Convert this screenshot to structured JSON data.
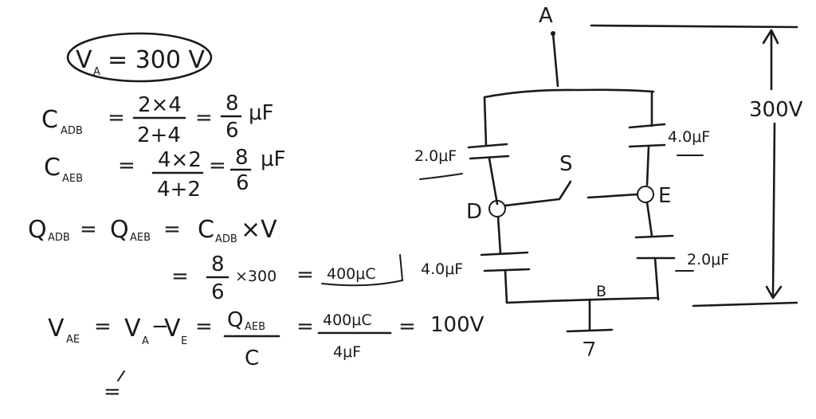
{
  "equations": {
    "va_label": "V",
    "va_sub": "A",
    "va_value": "= 300 V",
    "c_adb_label": "C",
    "c_adb_sub": "ADB",
    "c_adb_eq1": "=",
    "c_adb_num": "2×4",
    "c_adb_den": "2+4",
    "c_adb_eq2": "=",
    "c_adb_rnum": "8",
    "c_adb_rden": "6",
    "c_adb_unit": "μF",
    "c_aeb_label": "C",
    "c_aeb_sub": "AEB",
    "c_aeb_eq1": "=",
    "c_aeb_num": "4×2",
    "c_aeb_den": "4+2",
    "c_aeb_eq2": "=",
    "c_aeb_rnum": "8",
    "c_aeb_rden": "6",
    "c_aeb_unit": "μF",
    "q_lhs1": "Q",
    "q_lhs1_sub": "ADB",
    "q_eq1": "=",
    "q_lhs2": "Q",
    "q_lhs2_sub": "AEB",
    "q_eq2": "=",
    "q_rhs": "C",
    "q_rhs_sub": "ADB",
    "q_rhs_tail": "×V",
    "q2_eq": "=",
    "q2_num": "8",
    "q2_den": "6",
    "q2_mult": "×300",
    "q2_eq2": "=",
    "q2_result": "400μC",
    "vae_label": "V",
    "vae_sub": "AE",
    "vae_eq1": "=",
    "vae_va": "V",
    "vae_va_sub": "A",
    "vae_minus": "−",
    "vae_ve": "V",
    "vae_ve_sub": "E",
    "vae_eq2": "=",
    "vae_fnum": "Q",
    "vae_fnum_sub": "AEB",
    "vae_fden": "C",
    "vae_eq3": "=",
    "vae_num2": "400μC",
    "vae_den2": "4μF",
    "vae_eq4": "=",
    "vae_result": "100V",
    "trailing_eq": "="
  },
  "circuit": {
    "node_a": "A",
    "node_b": "B",
    "node_d": "D",
    "node_e": "E",
    "switch_label": "S",
    "cap_ad": "2.0μF",
    "cap_db": "4.0μF",
    "cap_ae": "4.0μF",
    "cap_eb": "2.0μF",
    "voltage": "300V"
  }
}
